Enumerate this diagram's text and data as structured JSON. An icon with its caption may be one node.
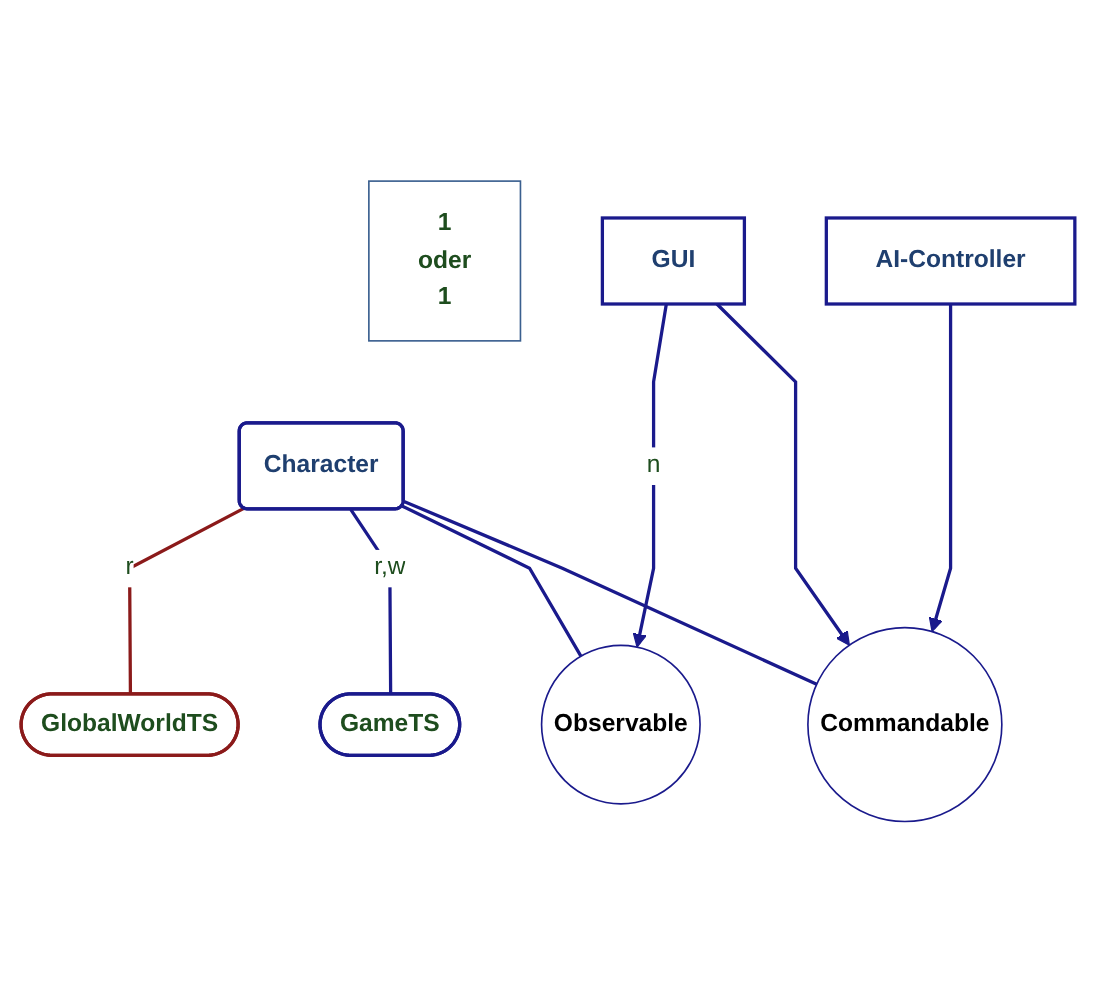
{
  "diagram": {
    "nodes": [
      {
        "text": [
          "Character"
        ]
      },
      {
        "text": [
          "GlobalWorldTS"
        ]
      },
      {
        "text": [
          "GameTS"
        ]
      },
      {
        "text": [
          "Observable"
        ]
      },
      {
        "text": [
          "Commandable"
        ]
      },
      {
        "text": [
          "1",
          "oder",
          "1"
        ]
      },
      {
        "text": [
          "GUI"
        ]
      },
      {
        "text": [
          "AI-Controller"
        ]
      }
    ],
    "edges": [
      {
        "from": 0,
        "to": 1,
        "arrow": "none",
        "label": "r",
        "color": "#8b1a1a"
      },
      {
        "from": 0,
        "to": 2,
        "arrow": "none",
        "label": "r,w"
      },
      {
        "from": 0,
        "to": 3,
        "arrow": "none"
      },
      {
        "from": 0,
        "to": 4,
        "arrow": "none"
      },
      {
        "from": 6,
        "to": 3,
        "arrow": "to",
        "label": "n"
      },
      {
        "from": 6,
        "to": 4,
        "arrow": "to"
      },
      {
        "from": 7,
        "to": 4,
        "arrow": "to"
      }
    ]
  }
}
